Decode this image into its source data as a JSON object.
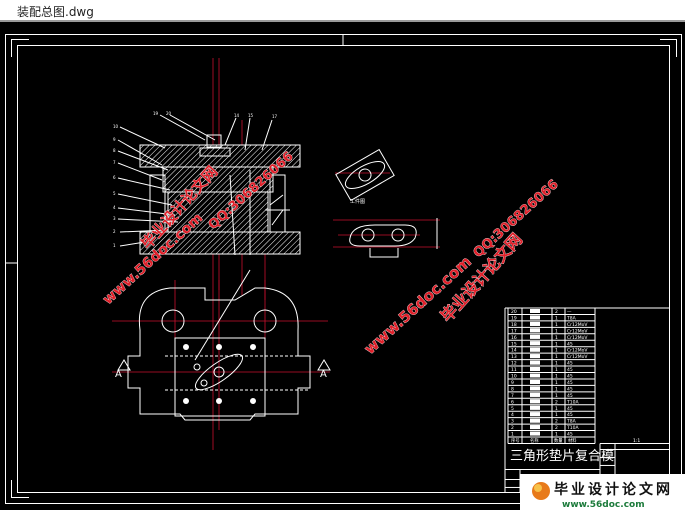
{
  "window": {
    "title": "装配总图.dwg"
  },
  "drawing": {
    "part_label": "工件图",
    "section_marker": "A",
    "title": "三角形垫片复合模",
    "scale": "1:1",
    "bom_header": [
      "序号",
      "名称",
      "数量",
      "材料"
    ],
    "bom": [
      {
        "no": "20",
        "qty": "2",
        "mat": "—"
      },
      {
        "no": "19",
        "qty": "1",
        "mat": "T8A"
      },
      {
        "no": "18",
        "qty": "1",
        "mat": "Cr12MoV"
      },
      {
        "no": "17",
        "qty": "1",
        "mat": "Cr12MoV"
      },
      {
        "no": "16",
        "qty": "1",
        "mat": "Cr12MoV"
      },
      {
        "no": "15",
        "qty": "1",
        "mat": "45"
      },
      {
        "no": "14",
        "qty": "1",
        "mat": "Cr12MoV"
      },
      {
        "no": "13",
        "qty": "1",
        "mat": "Cr12MoV"
      },
      {
        "no": "12",
        "qty": "1",
        "mat": "45"
      },
      {
        "no": "11",
        "qty": "1",
        "mat": "45"
      },
      {
        "no": "10",
        "qty": "1",
        "mat": "45"
      },
      {
        "no": "9",
        "qty": "1",
        "mat": "45"
      },
      {
        "no": "8",
        "qty": "1",
        "mat": "45"
      },
      {
        "no": "7",
        "qty": "1",
        "mat": "45"
      },
      {
        "no": "6",
        "qty": "2",
        "mat": "T10A"
      },
      {
        "no": "5",
        "qty": "1",
        "mat": "45"
      },
      {
        "no": "4",
        "qty": "1",
        "mat": "45"
      },
      {
        "no": "3",
        "qty": "2",
        "mat": "T8A"
      },
      {
        "no": "2",
        "qty": "2",
        "mat": "T10A"
      },
      {
        "no": "1",
        "qty": "1",
        "mat": "45"
      }
    ],
    "leader_numbers_left": [
      "10",
      "9",
      "8",
      "7",
      "6",
      "5",
      "4",
      "3",
      "2",
      "1"
    ],
    "leader_numbers_top": [
      "19",
      "20",
      "14",
      "15",
      "17"
    ]
  },
  "watermarks": {
    "site_cn": "毕业设计论文网",
    "site_url": "www.56doc.com",
    "qq": "QQ:306826066"
  },
  "logo": {
    "cn": "毕业设计论文网",
    "url": "www.56doc.com"
  },
  "colors": {
    "canvas": "#000000",
    "lines": "#ffffff",
    "centerlines": "#c8102e",
    "watermark": "#e0202a"
  }
}
